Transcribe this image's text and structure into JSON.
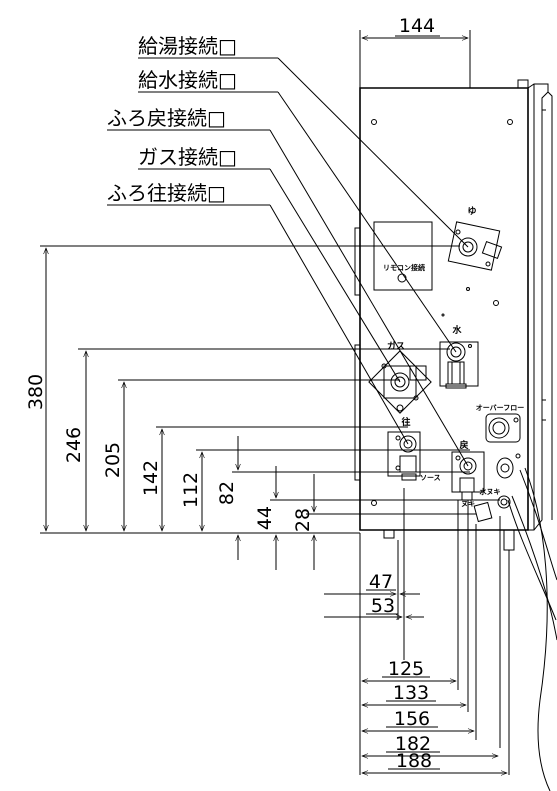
{
  "callouts": {
    "hot_water": "給湯接続□",
    "cold_water": "給水接続□",
    "bath_return": "ふろ戻接続□",
    "gas": "ガス接続□",
    "bath_supply": "ふろ往接続□"
  },
  "unit_labels": {
    "yu": "ゆ",
    "mizu": "水",
    "gas": "ガス",
    "remote": "リモコン接続",
    "ou": "往",
    "modori": "戻",
    "overflow": "オーバーフロー",
    "mizunuki": "水ヌキ",
    "source": "ソース",
    "bottom": "ヌキ"
  },
  "dimensions": {
    "top_width": "144",
    "h380": "380",
    "h246": "246",
    "h205": "205",
    "h142": "142",
    "h112": "112",
    "h82": "82",
    "h44": "44",
    "h28": "28",
    "w47": "47",
    "w53": "53",
    "w125": "125",
    "w133": "133",
    "w156": "156",
    "w182": "182",
    "w188": "188"
  }
}
